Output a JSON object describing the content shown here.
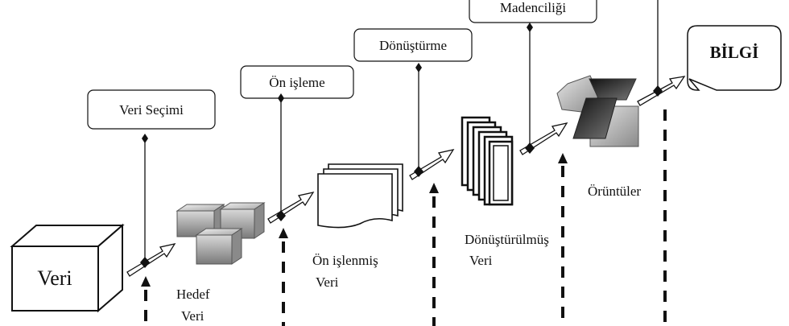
{
  "diagram": {
    "steps": [
      {
        "id": "veri_secimi",
        "label": "Veri Seçimi"
      },
      {
        "id": "on_isleme",
        "label": "Ön işleme"
      },
      {
        "id": "donusturme",
        "label": "Dönüştürme"
      },
      {
        "id": "madenciligi",
        "label": "Madenciliği"
      }
    ],
    "stages": {
      "veri": "Veri",
      "hedef_line1": "Hedef",
      "hedef_line2": "Veri",
      "onislenmis_line1": "Ön işlenmiş",
      "onislenmis_line2": "Veri",
      "donusturulmus_line1": "Dönüştürülmüş",
      "donusturulmus_line2": "Veri",
      "oruntuler": "Örüntüler",
      "bilgi": "BİLGİ"
    }
  }
}
